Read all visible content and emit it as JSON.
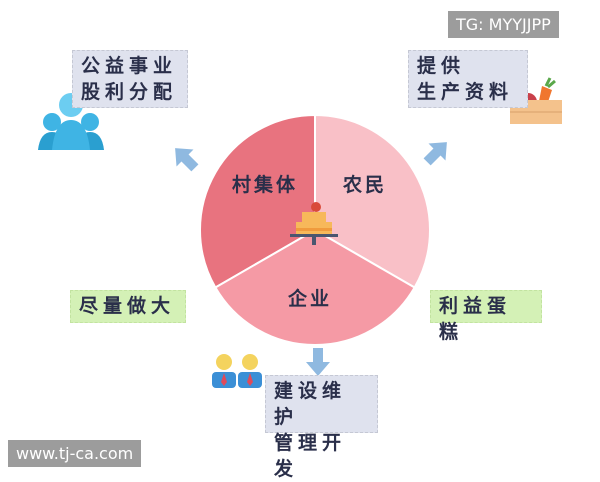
{
  "watermark_top": "TG: MYYJJPP",
  "watermark_bottom": "www.tj-ca.com",
  "pie": {
    "segments": [
      {
        "label": "村集体",
        "color": "#e8737f"
      },
      {
        "label": "农民",
        "color": "#f9c0c7"
      },
      {
        "label": "企业",
        "color": "#f59aa5"
      }
    ]
  },
  "boxes": {
    "top_left": [
      "公益事业",
      "股利分配"
    ],
    "top_right": [
      "提供",
      "生产资料"
    ],
    "left": "尽量做大",
    "right": "利益蛋糕",
    "bottom": [
      "建设维护",
      "管理开发"
    ]
  },
  "colors": {
    "arrow": "#8fb9e0",
    "box": "#dfe2ee",
    "green_box": "#d4f1b6"
  }
}
